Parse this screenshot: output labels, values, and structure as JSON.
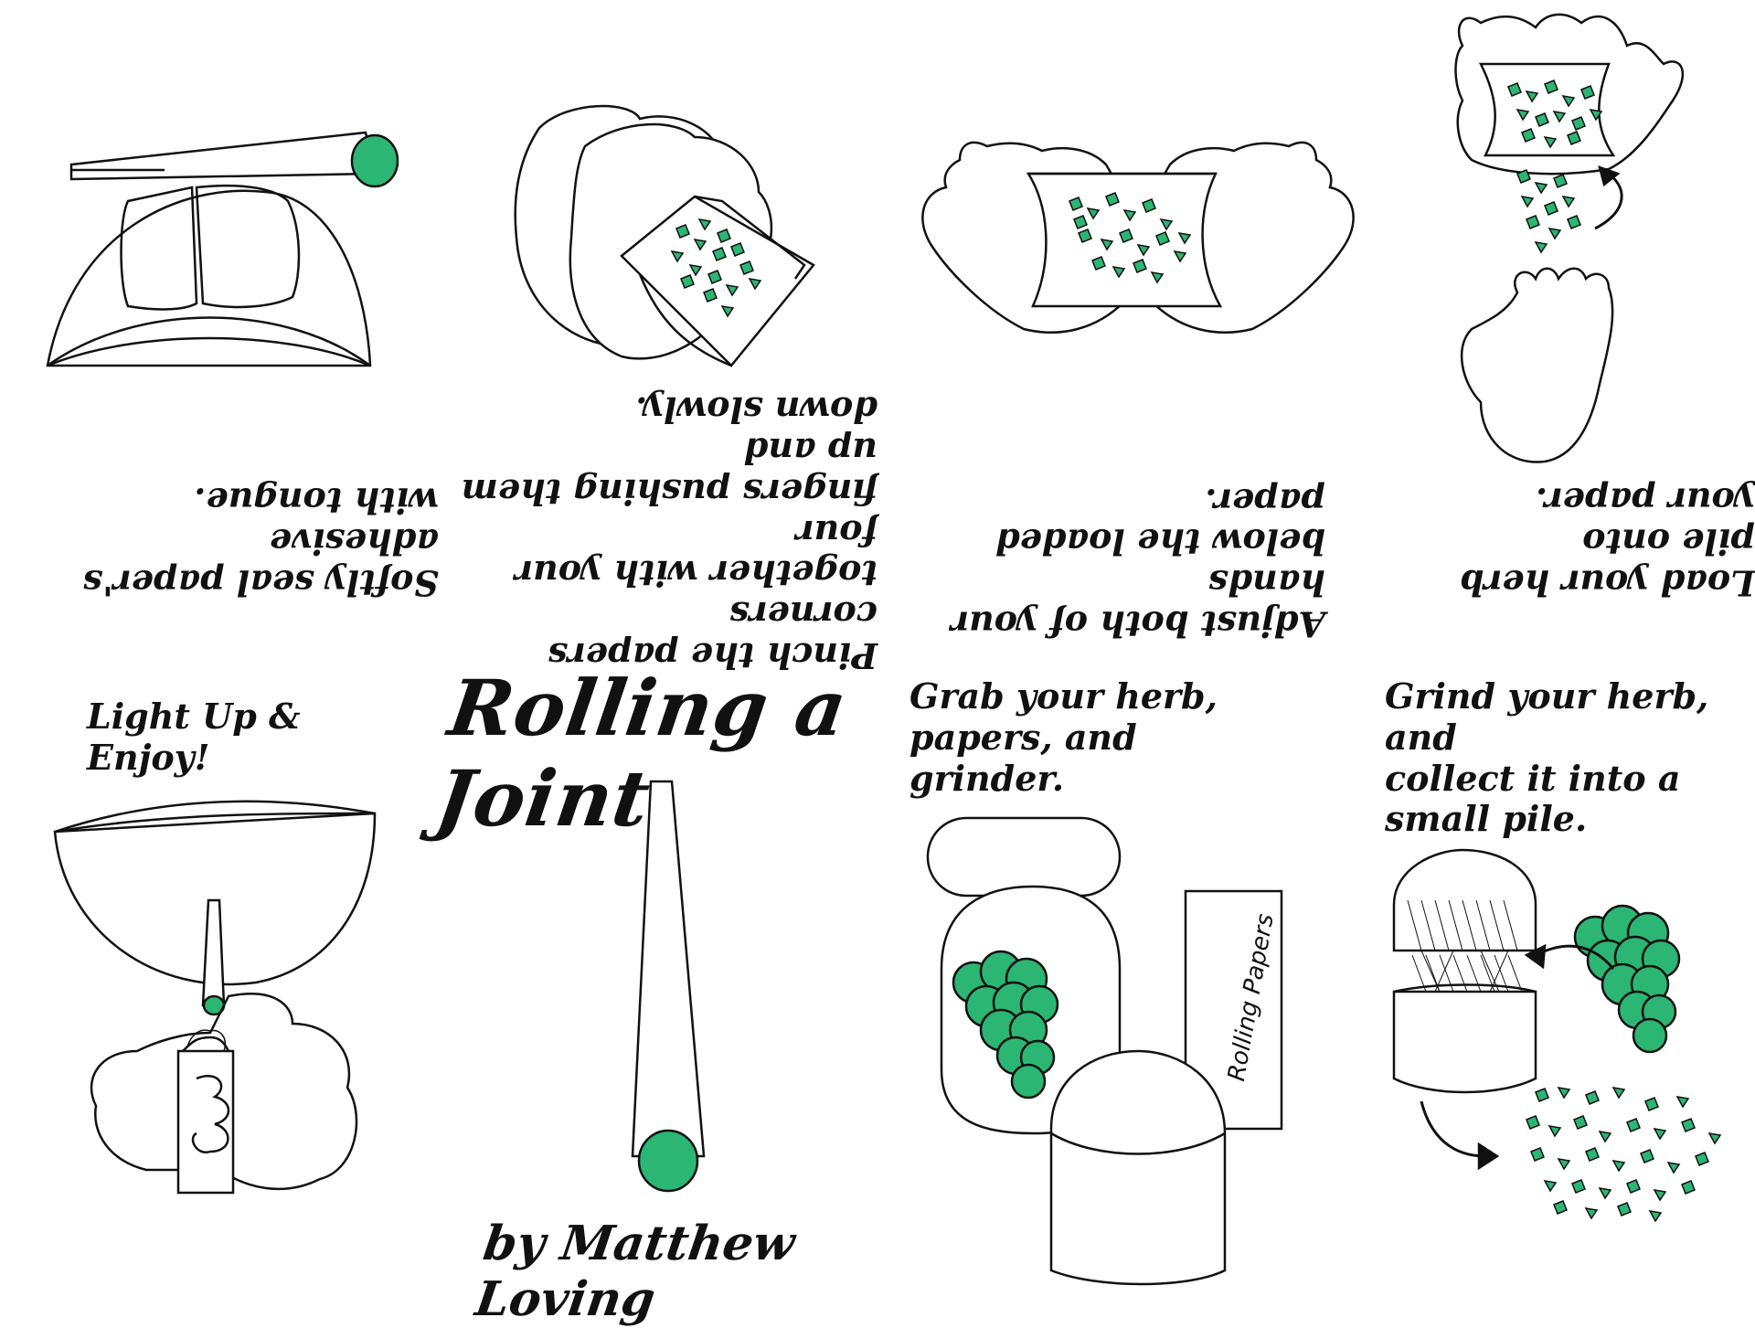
{
  "title": "Rolling a Joint",
  "byline": "by Matthew Loving",
  "colors": {
    "ink": "#111111",
    "herb": "#2bb673",
    "paper": "#ffffff"
  },
  "steps": [
    {
      "text": "Grab your herb, papers, and\ngrinder.",
      "orientation": "upright"
    },
    {
      "text": "Grind your herb, and\ncollect it into a small pile.",
      "orientation": "upright"
    },
    {
      "text": "Load your herb pile onto\nyour paper.",
      "orientation": "upside-down"
    },
    {
      "text": "Adjust both of your hands\nbelow the loaded paper.",
      "orientation": "upside-down"
    },
    {
      "text": "Pinch the papers corners\ntogether with your four\nfingers pushing them up and\ndown slowly.",
      "orientation": "upside-down"
    },
    {
      "text": "Softly seal paper's adhesive\nwith tongue.",
      "orientation": "upside-down"
    },
    {
      "text": "Light Up & Enjoy!",
      "orientation": "upright"
    }
  ],
  "rolling_papers_label": "Rolling Papers",
  "icons": [
    "joint-icon",
    "grinder-icon",
    "herb-bud-icon",
    "rolling-papers-icon",
    "hands-icon",
    "lighter-icon",
    "mouth-icon",
    "arrow-icon"
  ]
}
